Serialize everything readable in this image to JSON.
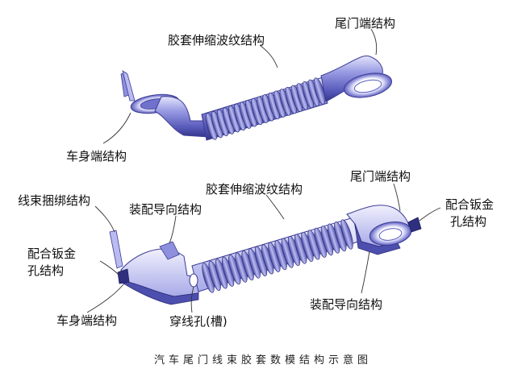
{
  "labels": {
    "top_bellows": "胶套伸缩波纹结构",
    "top_tail": "尾门端结构",
    "top_body": "车身端结构",
    "bottom_bellows": "胶套伸缩波纹结构",
    "bottom_tail": "尾门端结构",
    "bottom_body": "车身端结构",
    "harness_binding": "线束捆绑结构",
    "guide_left": "装配导向结构",
    "guide_right": "装配导向结构",
    "sheet_hole_left_1": "配合钣金",
    "sheet_hole_left_2": "孔结构",
    "sheet_hole_right_1": "配合钣金",
    "sheet_hole_right_2": "孔结构",
    "wire_hole": "穿线孔(槽)"
  },
  "caption": "汽车尾门线束胶套数模结构示意图",
  "colors": {
    "rubber_main": "#7d7fd6",
    "rubber_dark": "#3f3f9a",
    "rubber_light": "#d7d8f7",
    "leader": "#333333"
  }
}
